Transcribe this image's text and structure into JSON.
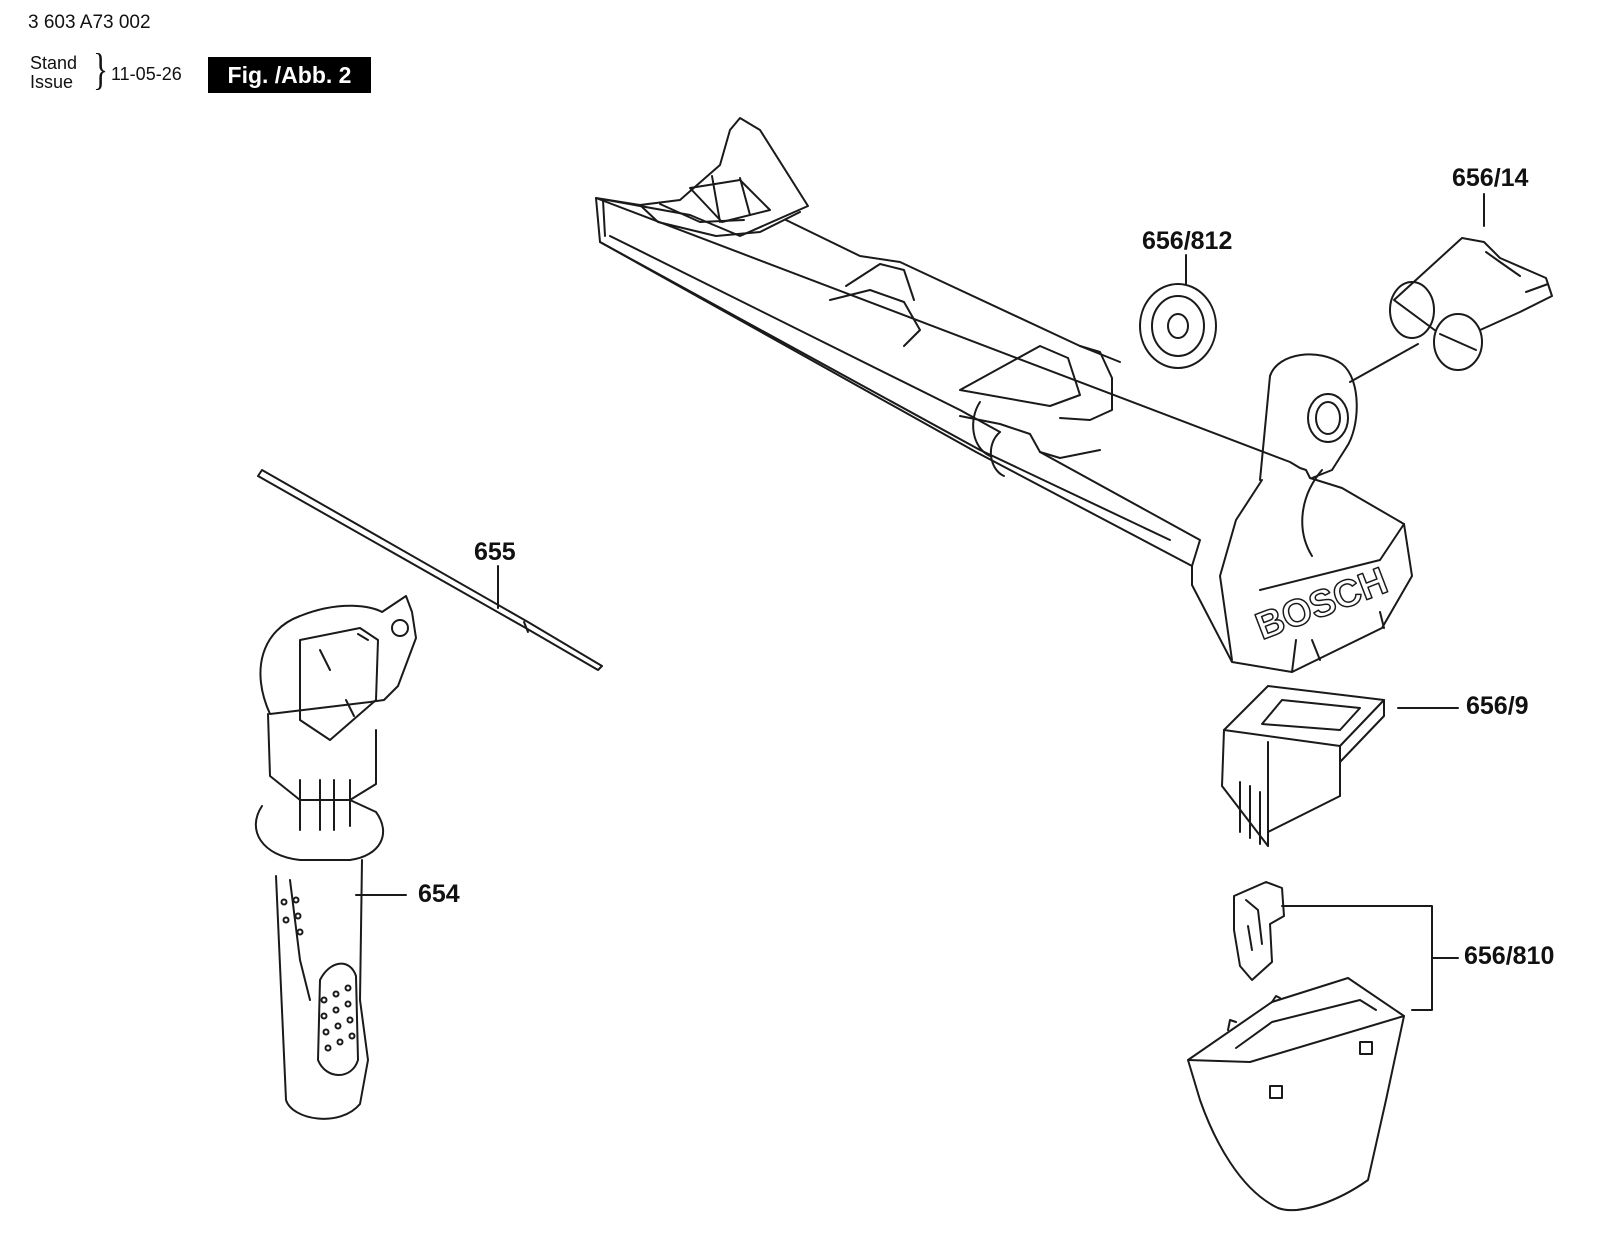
{
  "header": {
    "document_number": "3 603 A73 002",
    "stand_label": "Stand",
    "issue_label": "Issue",
    "date": "11-05-26",
    "figure_label": "Fig. /Abb. 2"
  },
  "parts": [
    {
      "id": "654",
      "label": "654",
      "name": "auxiliary-handle"
    },
    {
      "id": "655",
      "label": "655",
      "name": "depth-rod"
    },
    {
      "id": "656-812",
      "label": "656/812",
      "name": "round-seal"
    },
    {
      "id": "656-14",
      "label": "656/14",
      "name": "clamp-lever"
    },
    {
      "id": "656-9",
      "label": "656/9",
      "name": "dust-filter"
    },
    {
      "id": "656-810",
      "label": "656/810",
      "name": "dust-container-set"
    }
  ],
  "logo_text": "BOSCH"
}
